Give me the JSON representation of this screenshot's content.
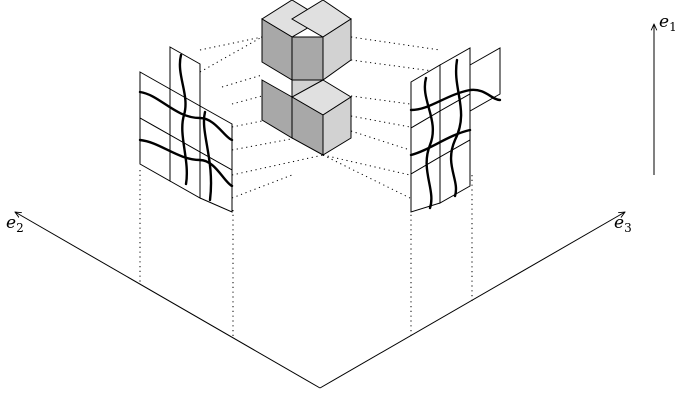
{
  "axes": [
    {
      "id": "e1",
      "base": "e",
      "sub": "1"
    },
    {
      "id": "e2",
      "base": "e",
      "sub": "2"
    },
    {
      "id": "e3",
      "base": "e",
      "sub": "3"
    }
  ]
}
